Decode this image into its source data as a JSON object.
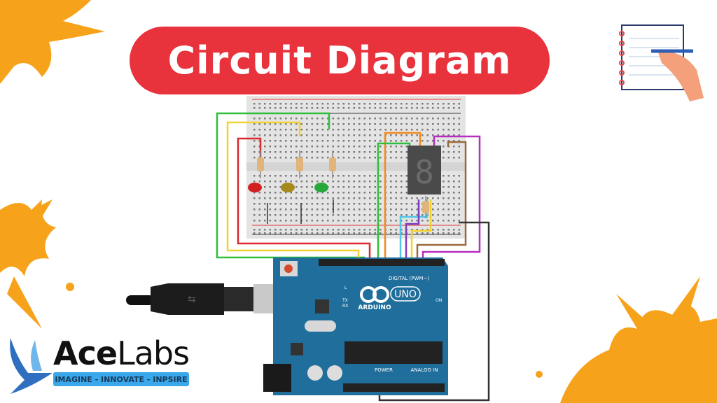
{
  "title": "Circuit Diagram",
  "logo": {
    "part1": "Ace",
    "part2": "Labs",
    "tagline": "IMAGINE - INNOVATE - INPSIRE"
  },
  "board": {
    "brand": "ARDUINO",
    "model": "UNO",
    "digital_label": "DIGITAL (PWM~)",
    "power_label": "POWER",
    "analog_label": "ANALOG IN",
    "on_label": "ON",
    "l_label": "L",
    "tx_label": "TX",
    "rx_label": "RX"
  },
  "display_digit": "8",
  "colors": {
    "title_bg": "#e8323c",
    "splash": "#f7a21b",
    "board": "#1f6e9c",
    "breadboard": "#e4e4e4"
  },
  "leds": [
    "red",
    "yellow",
    "green"
  ]
}
